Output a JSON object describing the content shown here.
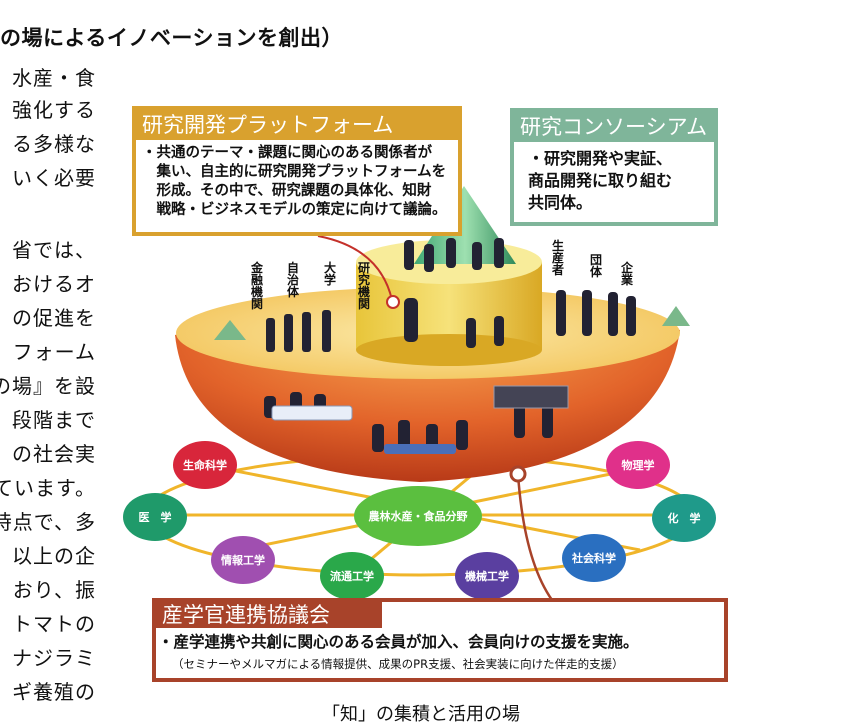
{
  "heading": "の場によるイノベーションを創出）",
  "body_lines": [
    "水産・食",
    "強化する",
    "る多様な",
    "いく必要",
    "省では、",
    "おけるオ",
    "の促進を",
    "フォーム",
    "の場』を設",
    "段階まで",
    "の社会実",
    "ています。",
    "時点で、多",
    "以上の企",
    "おり、振",
    "トマトの",
    "ナジラミ",
    "ギ養殖の"
  ],
  "platform_box": {
    "title": "研究開発プラットフォーム",
    "lines": [
      "・共通のテーマ・課題に関心のある関係者が",
      "　集い、自主的に研究開発プラットフォームを",
      "　形成。その中で、研究課題の具体化、知財",
      "　戦略・ビジネスモデルの策定に向けて議論。"
    ]
  },
  "consortium_box": {
    "title": "研究コンソーシアム",
    "lines": [
      "・研究開発や実証、",
      "商品開発に取り組む",
      "共同体。"
    ]
  },
  "council_box": {
    "title": "産学官連携協議会",
    "line1": "・産学連携や共創に関心のある会員が加入、会員向けの支援を実施。",
    "line2": "（セミナーやメルマガによる情報提供、成果のPR支援、社会実装に向けた伴走的支援）"
  },
  "stakeholders": [
    "金融機関",
    "自治体",
    "大学",
    "研究機関",
    "生産者",
    "団体",
    "企業"
  ],
  "network": {
    "center": "農林水産・食品分野",
    "nodes": [
      {
        "label": "生命科学",
        "color": "#d8263b"
      },
      {
        "label": "医　学",
        "color": "#1f9a6a"
      },
      {
        "label": "情報工学",
        "color": "#a04fb0"
      },
      {
        "label": "流通工学",
        "color": "#2aa84a"
      },
      {
        "label": "機械工学",
        "color": "#5a3fa0"
      },
      {
        "label": "社会科学",
        "color": "#2a6fc0"
      },
      {
        "label": "化　学",
        "color": "#1f9a8a"
      },
      {
        "label": "物理学",
        "color": "#e0308a"
      }
    ]
  },
  "caption": "「知」の集積と活用の場"
}
